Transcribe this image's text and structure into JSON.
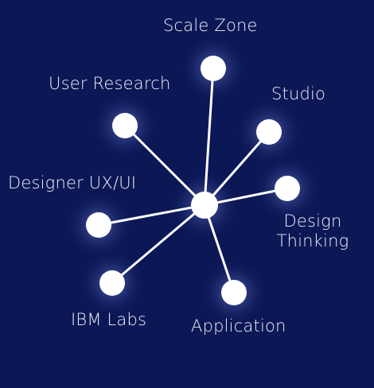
{
  "hub": {
    "name": "hub"
  },
  "nodes": [
    {
      "id": "scale-zone",
      "label": "Scale  Zone"
    },
    {
      "id": "user-research",
      "label": "User Research"
    },
    {
      "id": "studio",
      "label": "Studio"
    },
    {
      "id": "designer-ux-ui",
      "label": "Designer UX/UI"
    },
    {
      "id": "design-thinking",
      "label_line1": "Design",
      "label_line2": "Thinking"
    },
    {
      "id": "ibm-labs",
      "label": "IBM Labs"
    },
    {
      "id": "application",
      "label": "Application"
    }
  ],
  "colors": {
    "background": "#0c1856",
    "node": "#ffffff",
    "edge": "#ffffff",
    "label": "#eef0f8"
  }
}
